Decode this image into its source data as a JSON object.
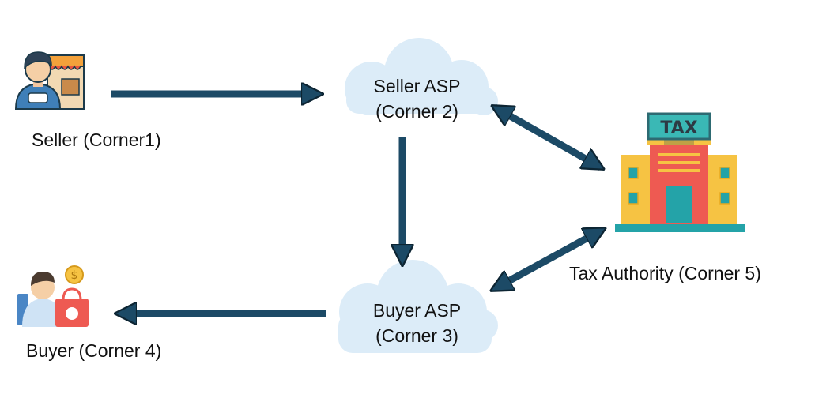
{
  "colors": {
    "arrow": "#1c4a66",
    "cloud": "#dcecf8",
    "building_red": "#ee5a52",
    "building_yellow": "#f6c343",
    "window_teal": "#24a3a8",
    "tax_sign": "#3ab8b5"
  },
  "nodes": {
    "seller": {
      "label": "Seller (Corner1)",
      "icon": "seller-shop-icon"
    },
    "seller_asp": {
      "line1": "Seller ASP",
      "line2": "(Corner 2)",
      "icon": "cloud-icon"
    },
    "buyer_asp": {
      "line1": "Buyer ASP",
      "line2": "(Corner 3)",
      "icon": "cloud-icon"
    },
    "buyer": {
      "label": "Buyer (Corner 4)",
      "icon": "buyer-shopping-icon"
    },
    "tax_authority": {
      "label": "Tax Authority (Corner 5)",
      "icon": "tax-building-icon",
      "sign_text": "TAX"
    }
  },
  "edges": [
    {
      "from": "seller",
      "to": "seller_asp",
      "direction": "forward"
    },
    {
      "from": "seller_asp",
      "to": "buyer_asp",
      "direction": "forward"
    },
    {
      "from": "seller_asp",
      "to": "tax_authority",
      "direction": "both"
    },
    {
      "from": "buyer_asp",
      "to": "tax_authority",
      "direction": "both"
    },
    {
      "from": "buyer_asp",
      "to": "buyer",
      "direction": "forward"
    }
  ]
}
